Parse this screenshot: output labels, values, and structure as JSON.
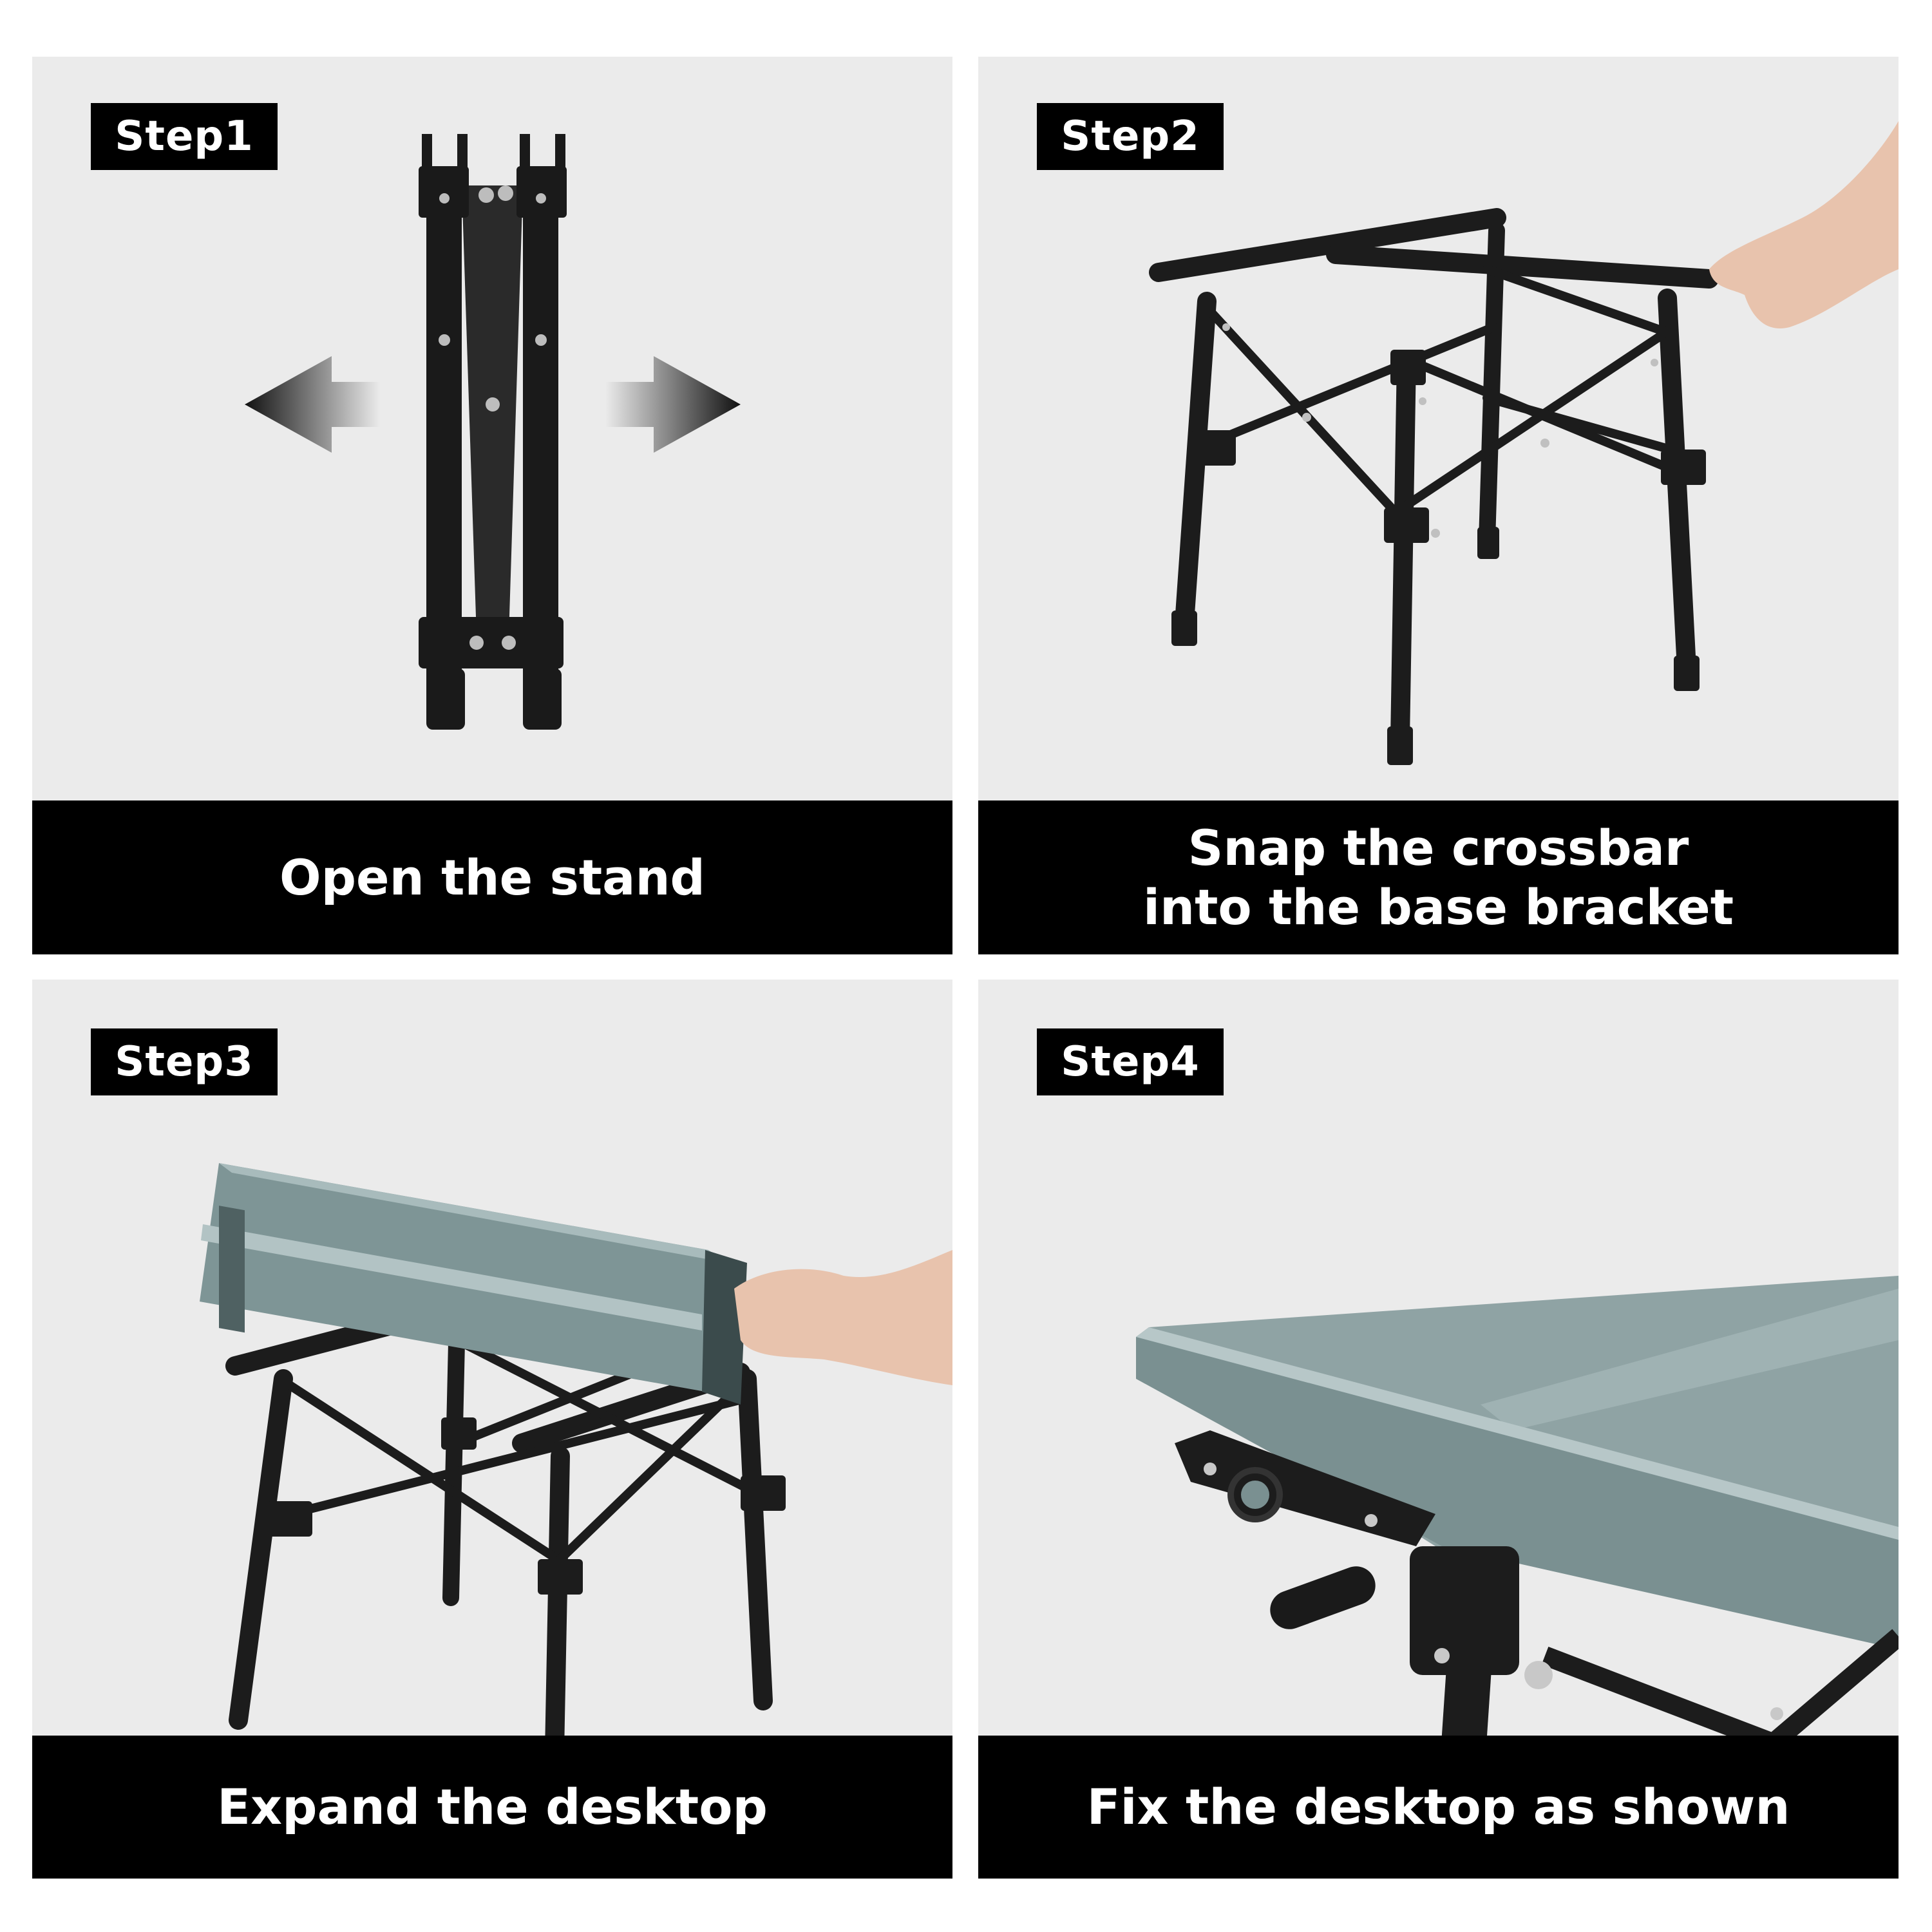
{
  "steps": [
    {
      "label": "Step1",
      "caption_lines": [
        "Open the stand"
      ],
      "illustration": "folded-stand-with-arrows"
    },
    {
      "label": "Step2",
      "caption_lines": [
        "Snap the crossbar",
        "into the base bracket"
      ],
      "illustration": "stand-with-crossbar-hand"
    },
    {
      "label": "Step3",
      "caption_lines": [
        "Expand the desktop"
      ],
      "illustration": "rolled-desktop-on-stand-hand"
    },
    {
      "label": "Step4",
      "caption_lines": [
        "Fix the desktop as shown"
      ],
      "illustration": "desktop-corner-bracket-closeup"
    }
  ],
  "colors": {
    "panel_bg": "#ebebeb",
    "label_bg": "#000000",
    "label_text": "#ffffff",
    "frame": "#1c1c1c",
    "desktop": "#7e9596",
    "desktop_dark": "#4f6162"
  }
}
